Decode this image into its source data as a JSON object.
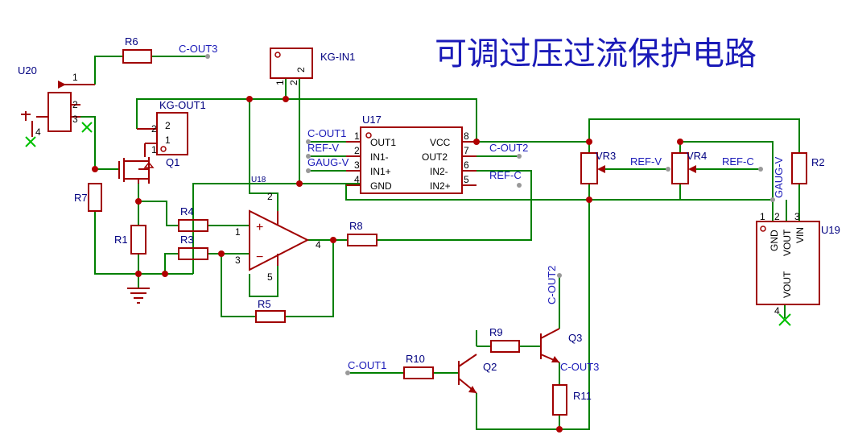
{
  "title": "可调过压过流保护电路",
  "colors": {
    "wire": "#008000",
    "component": "#a00000",
    "label": "#1a1ab8",
    "junction": "#b00000"
  },
  "components": {
    "u20": "U20",
    "r6": "R6",
    "kg_in1": "KG-IN1",
    "kg_out1": "KG-OUT1",
    "q1": "Q1",
    "r7": "R7",
    "r1": "R1",
    "r4": "R4",
    "r3": "R3",
    "r5": "R5",
    "u18": "U18",
    "r8": "R8",
    "u17": "U17",
    "vr3": "VR3",
    "vr4": "VR4",
    "r2": "R2",
    "u19": "U19",
    "r9": "R9",
    "r10": "R10",
    "q2": "Q2",
    "q3": "Q3",
    "r11": "R11"
  },
  "nets": {
    "c_out3_top": "C-OUT3",
    "c_out1_u17": "C-OUT1",
    "ref_v_u17": "REF-V",
    "gaug_v_u17": "GAUG-V",
    "c_out2_u17": "C-OUT2",
    "ref_c_u17": "REF-C",
    "ref_v_vr": "REF-V",
    "ref_c_vr": "REF-C",
    "gaug_v_u19": "GAUG-V",
    "c_out2_q3": "C-OUT2",
    "c_out1_r10": "C-OUT1",
    "c_out3_q3": "C-OUT3"
  },
  "u17_pins": {
    "left_names": [
      "OUT1",
      "IN1-",
      "IN1+",
      "GND"
    ],
    "left_nums": [
      "1",
      "2",
      "3",
      "4"
    ],
    "right_names": [
      "VCC",
      "OUT2",
      "IN2-",
      "IN2+"
    ],
    "right_nums": [
      "8",
      "7",
      "6",
      "5"
    ]
  },
  "u19_pins": {
    "names": [
      "GND",
      "VOUT",
      "VOUT",
      "VIN"
    ],
    "nums": [
      "1",
      "2",
      "3",
      "4"
    ]
  },
  "u18_pins": {
    "p1": "1",
    "p2": "2",
    "p3": "3",
    "p4": "4",
    "p5": "5",
    "plus": "+",
    "minus": "−"
  },
  "u20_pins": {
    "p1": "1",
    "p2": "2",
    "p3": "3",
    "p4": "4"
  },
  "kg_in1_pins": {
    "p1": "1",
    "p2": "2"
  },
  "kg_out1_pins": {
    "p1": "1",
    "p2": "2"
  }
}
